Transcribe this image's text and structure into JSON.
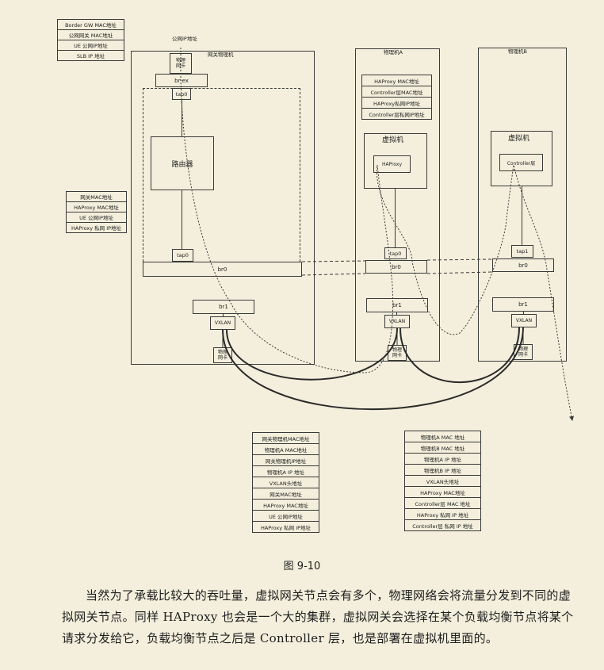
{
  "top_left_table": [
    "Border GW MAC地址",
    "公网网关 MAC地址",
    "UE 公网IP地址",
    "SLB IP 地址"
  ],
  "public_ip_label": "公网IP地址",
  "gateway_host": {
    "title": "网关物理机",
    "nic": "物理\n网卡",
    "br_ex": "br-ex",
    "tap_top": "tap0",
    "router": "路由器",
    "tap_bottom": "tap0",
    "br0": "br0",
    "br1": "br1",
    "vxlan": "VXLAN",
    "nic_bottom": "物理\n网卡"
  },
  "mid_left_table": [
    "网关MAC地址",
    "HAProxy MAC地址",
    "UE 公网IP地址",
    "HAProxy 私网 IP地址"
  ],
  "host_a": {
    "title": "物理机A",
    "table": [
      "HAProxy MAC地址",
      "Controller层MAC地址",
      "HAProxy私网IP地址",
      "Controller层私网IP地址"
    ],
    "vm": "虚拟机",
    "app": "HAProxy",
    "tap": "tap0",
    "br0": "br0",
    "br1": "br1",
    "vxlan": "VXLAN",
    "nic": "物理\n网卡"
  },
  "host_b": {
    "title": "物理机B",
    "vm": "虚拟机",
    "app": "Controller层",
    "tap": "tap1",
    "br0": "br0",
    "br1": "br1",
    "vxlan": "VXLAN",
    "nic": "物理\n网卡"
  },
  "bottom_left_table": [
    "网关物理机MAC地址",
    "物理机A MAC地址",
    "网关物理机IP地址",
    "物理机A IP 地址",
    "VXLAN头地址",
    "网关MAC地址",
    "HAProxy MAC地址",
    "UE 公网IP地址",
    "HAProxy 私网 IP地址"
  ],
  "bottom_right_table": [
    "物理机A MAC 地址",
    "物理机B MAC 地址",
    "物理机A IP 地址",
    "物理机B IP 地址",
    "VXLAN头地址",
    "HAProxy MAC地址",
    "Controller层 MAC 地址",
    "HAProxy 私网 IP 地址",
    "Controller层 私网 IP 地址"
  ],
  "caption": "图 9-10",
  "paragraph": "当然为了承载比较大的吞吐量，虚拟网关节点会有多个，物理网络会将流量分发到不同的虚拟网关节点。同样 HAProxy 也会是一个大的集群，虚拟网关会选择在某个负载均衡节点将某个请求分发给它，负载均衡节点之后是 Controller 层，也是部署在虚拟机里面的。"
}
